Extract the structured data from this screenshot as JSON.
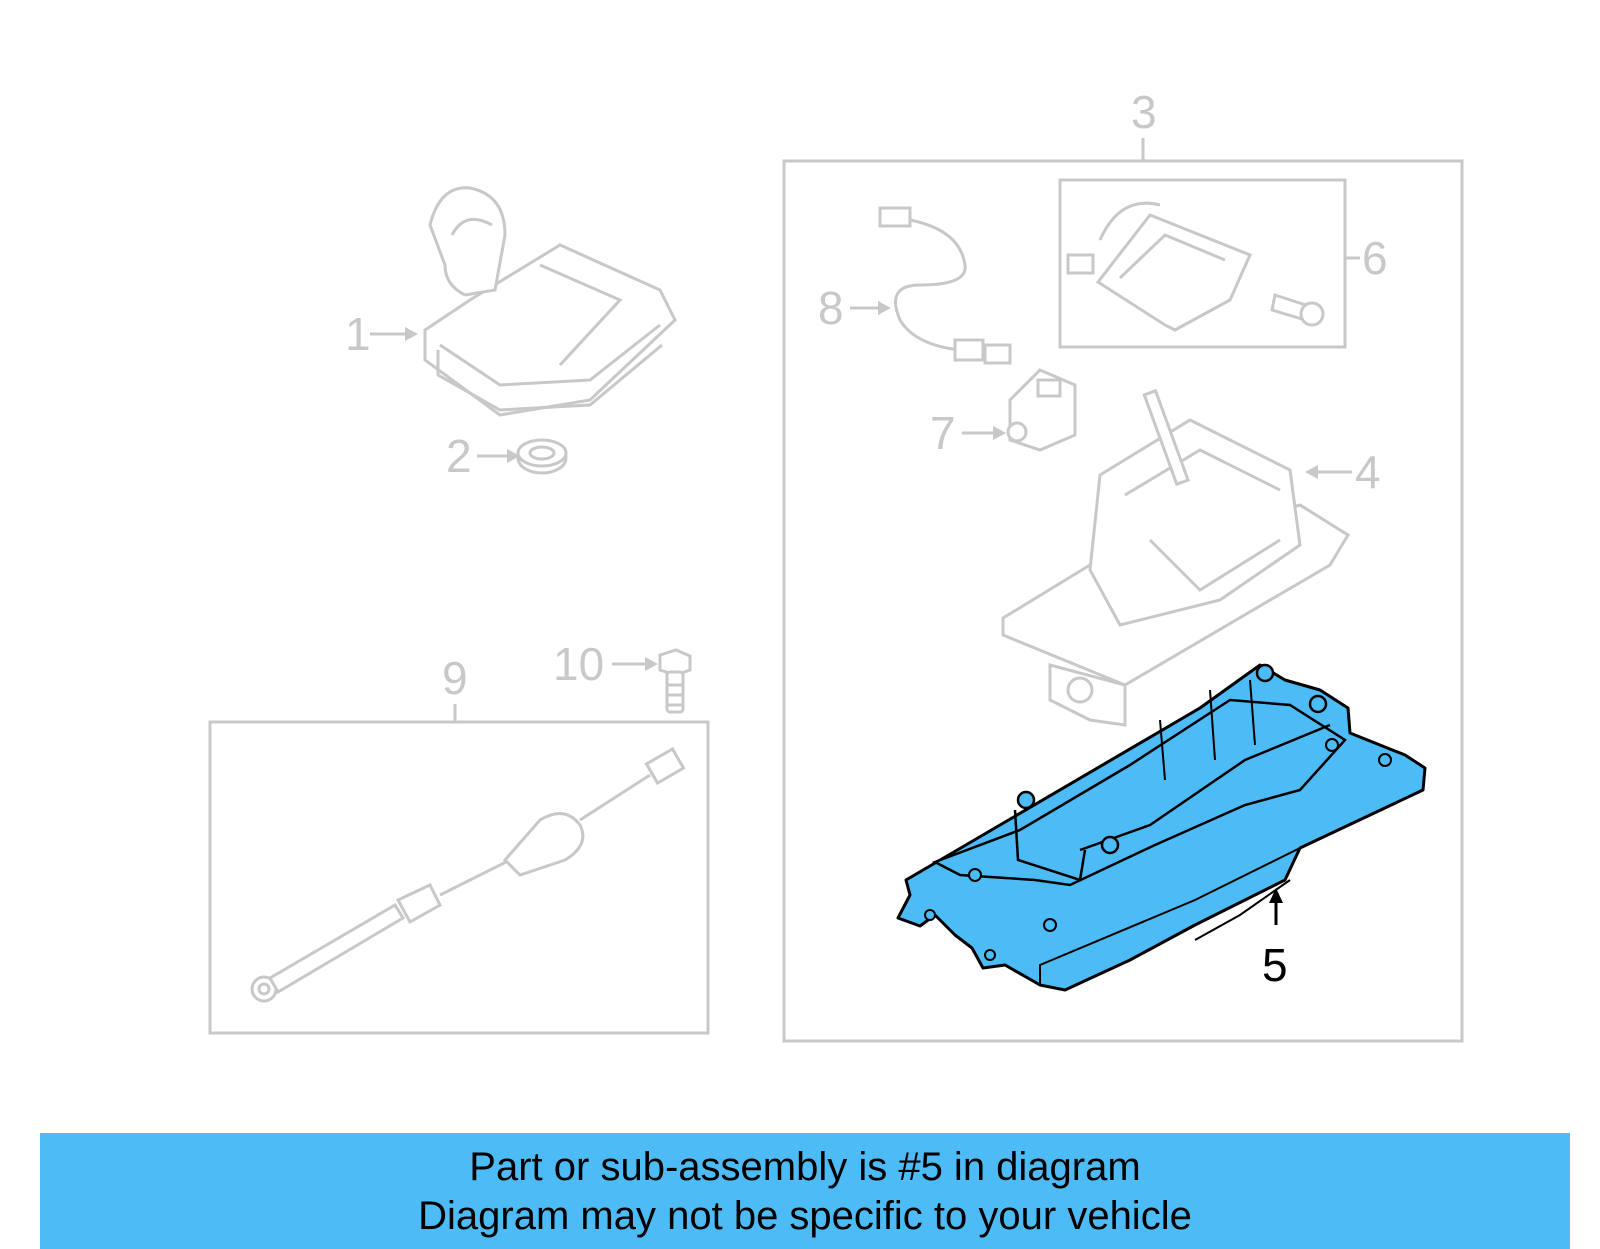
{
  "callouts": {
    "c1": "1",
    "c2": "2",
    "c3": "3",
    "c4": "4",
    "c5": "5",
    "c6": "6",
    "c7": "7",
    "c8": "8",
    "c9": "9",
    "c10": "10"
  },
  "highlighted_part": "5",
  "colors": {
    "highlight": "#4dbbf5",
    "muted": "#c8c8c8",
    "banner": "#4dbbf5"
  },
  "banner": {
    "line1": "Part or sub-assembly is #5 in diagram",
    "line2": "Diagram may not be specific to your vehicle"
  }
}
